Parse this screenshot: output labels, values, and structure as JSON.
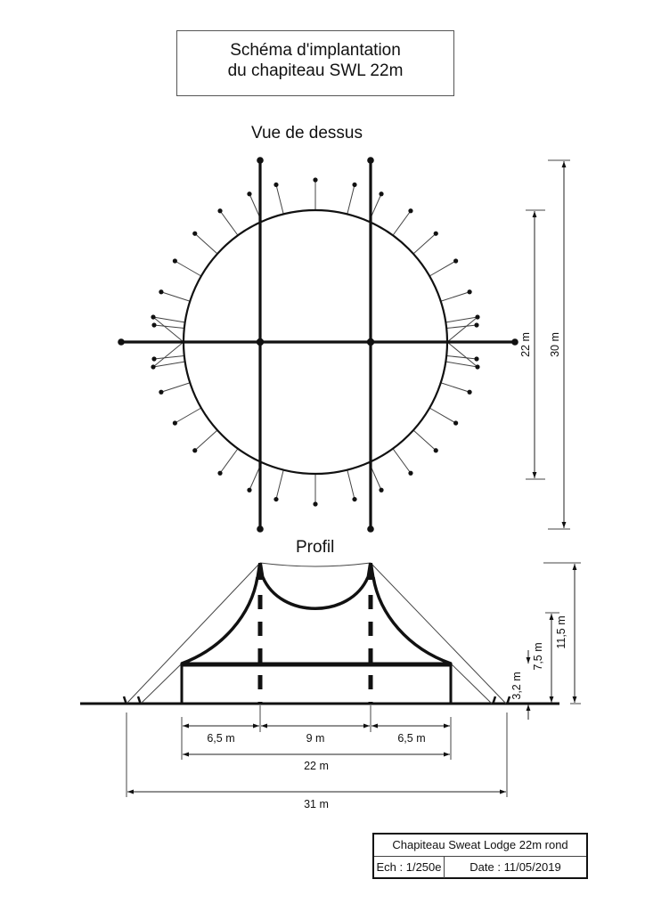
{
  "title": {
    "line1": "Schéma d'implantation",
    "line2": "du chapiteau SWL 22m"
  },
  "top_view": {
    "heading": "Vue de dessus",
    "dimensions": {
      "diameter": "22 m",
      "overall": "30 m"
    }
  },
  "profile": {
    "heading": "Profil",
    "dimensions": {
      "left_side": "6,5 m",
      "center": "9 m",
      "right_side": "6,5 m",
      "width": "22 m",
      "overall_width": "31 m",
      "wall_height": "3,2 m",
      "eave_height": "7,5 m",
      "peak_height": "11,5 m"
    }
  },
  "cartouche": {
    "name": "Chapiteau Sweat Lodge 22m rond",
    "scale": "Ech : 1/250e",
    "date": "Date : 11/05/2019"
  },
  "colors": {
    "ink": "#111111",
    "thin_line": "#444444",
    "frame": "#555555"
  }
}
